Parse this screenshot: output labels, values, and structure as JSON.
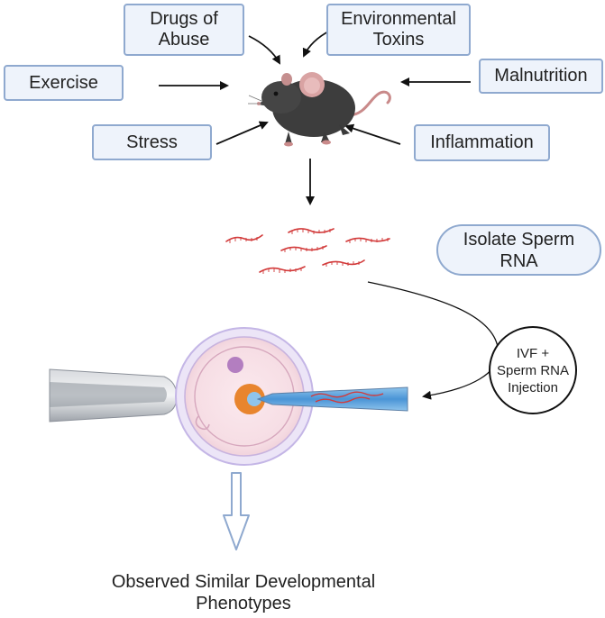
{
  "factors": {
    "drugs": "Drugs of\nAbuse",
    "toxins": "Environmental\nToxins",
    "exercise": "Exercise",
    "malnutrition": "Malnutrition",
    "stress": "Stress",
    "inflammation": "Inflammation"
  },
  "steps": {
    "isolate": "Isolate Sperm\nRNA",
    "ivf": "IVF +\nSperm RNA\nInjection"
  },
  "outcome": "Observed Similar Developmental\nPhenotypes",
  "colors": {
    "box_fill": "#eef3fb",
    "box_border": "#8fa9cf",
    "rna": "#d23a3a",
    "mouse": "#3d3d3d",
    "cell_outline": "#c4b6e6",
    "nucleus": "#e8852e"
  },
  "icons": {
    "mouse": "mouse-icon",
    "rna": "rna-strand-icon",
    "egg": "oocyte-icon",
    "pipette": "holding-pipette-icon",
    "needle": "injection-needle-icon"
  }
}
